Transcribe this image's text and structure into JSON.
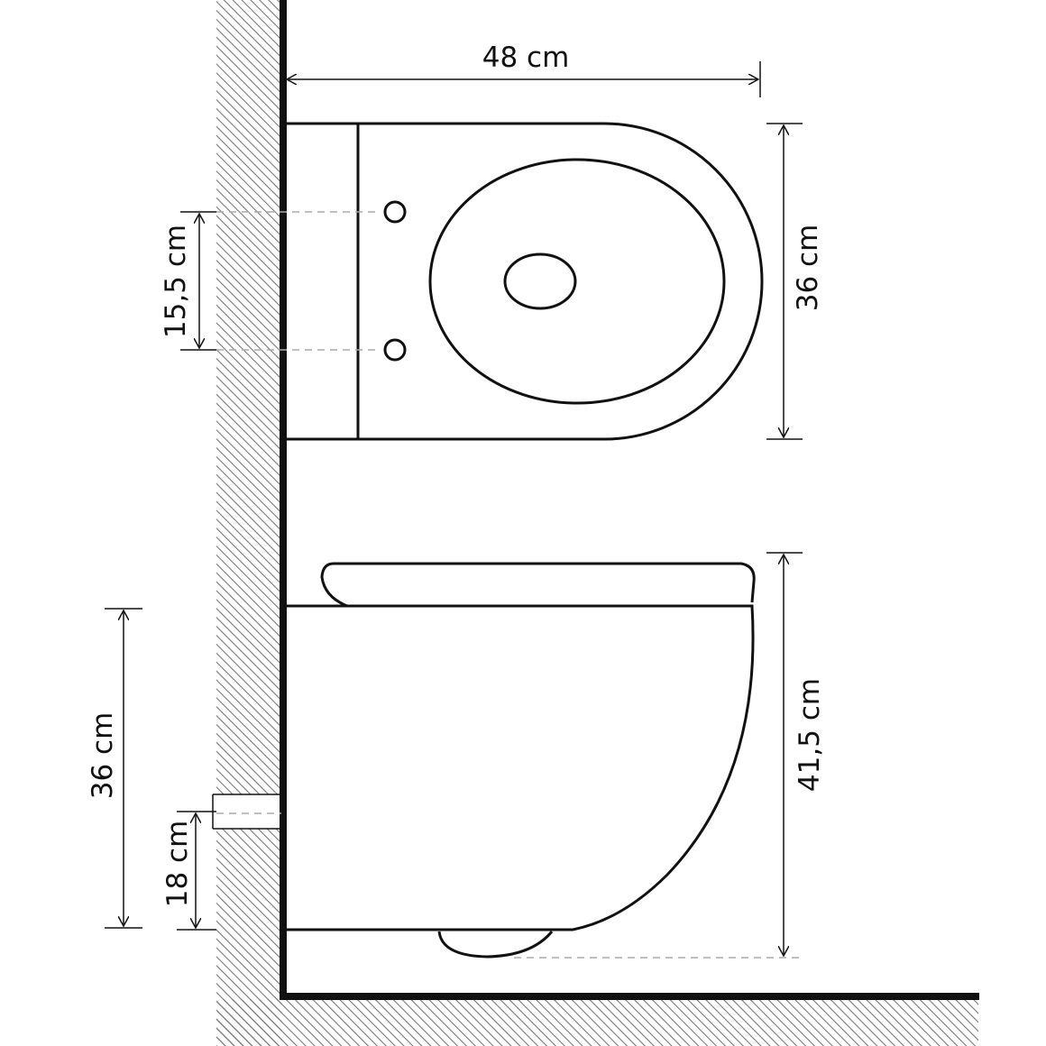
{
  "dimensions": {
    "width_top": "48 cm",
    "depth_top": "36 cm",
    "bolt_spacing": "15,5 cm",
    "height_total": "41,5 cm",
    "mount_height": "36 cm",
    "pipe_height": "18 cm"
  },
  "colors": {
    "line": "#111111",
    "hatch": "#777777",
    "dashed": "#aaaaaa"
  }
}
